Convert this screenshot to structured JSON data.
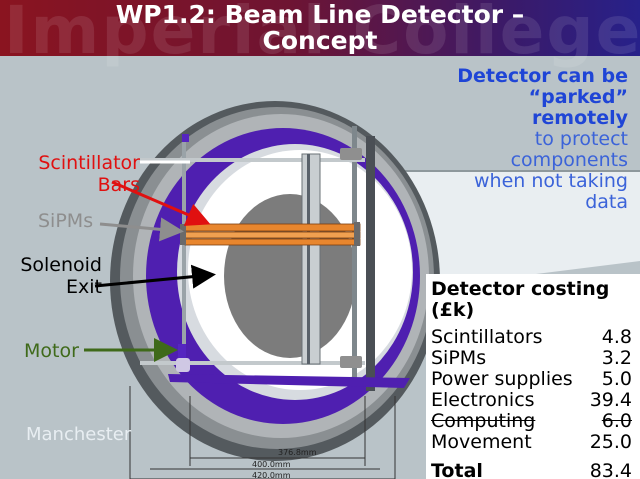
{
  "header": {
    "title_line1": "WP1.2: Beam Line Detector –",
    "title_line2": "Concept",
    "watermark": "Imperial College"
  },
  "labels": {
    "scint_line1": "Scintillator",
    "scint_line2": "Bars",
    "sipms": "SiPMs",
    "solenoid_line1": "Solenoid",
    "solenoid_line2": "Exit",
    "motor": "Motor",
    "manchester": "Manchester"
  },
  "callout": {
    "bold_lines": [
      "Detector can be",
      "“parked”",
      "remotely"
    ],
    "normal_lines": [
      "to protect",
      "components",
      "when not taking",
      "data"
    ]
  },
  "costing": {
    "title_line1": "Detector costing",
    "title_line2": "(£k)",
    "rows": [
      {
        "item": "Scintillators",
        "value": "4.8"
      },
      {
        "item": "SiPMs",
        "value": "3.2"
      },
      {
        "item": "Power supplies",
        "value": "5.0"
      },
      {
        "item": "Electronics",
        "value": "39.4"
      },
      {
        "item": "Computing",
        "value": "6.0"
      },
      {
        "item": "Movement",
        "value": "25.0"
      }
    ],
    "total_label": "Total",
    "total_value": "83.4"
  },
  "dimensions": {
    "d1": "376.8mm",
    "d2": "400.0mm",
    "d3": "420.0mm"
  },
  "colors": {
    "scint_label": "#e01010",
    "sipms_label": "#8e8e8e",
    "solenoid_label": "#000000",
    "motor_label": "#3f6a1a",
    "callout_bold": "#1f45d6",
    "callout_normal": "#3b63d9",
    "ring_purple": "#4f1fb0",
    "scint_bar": "#e8862e"
  }
}
